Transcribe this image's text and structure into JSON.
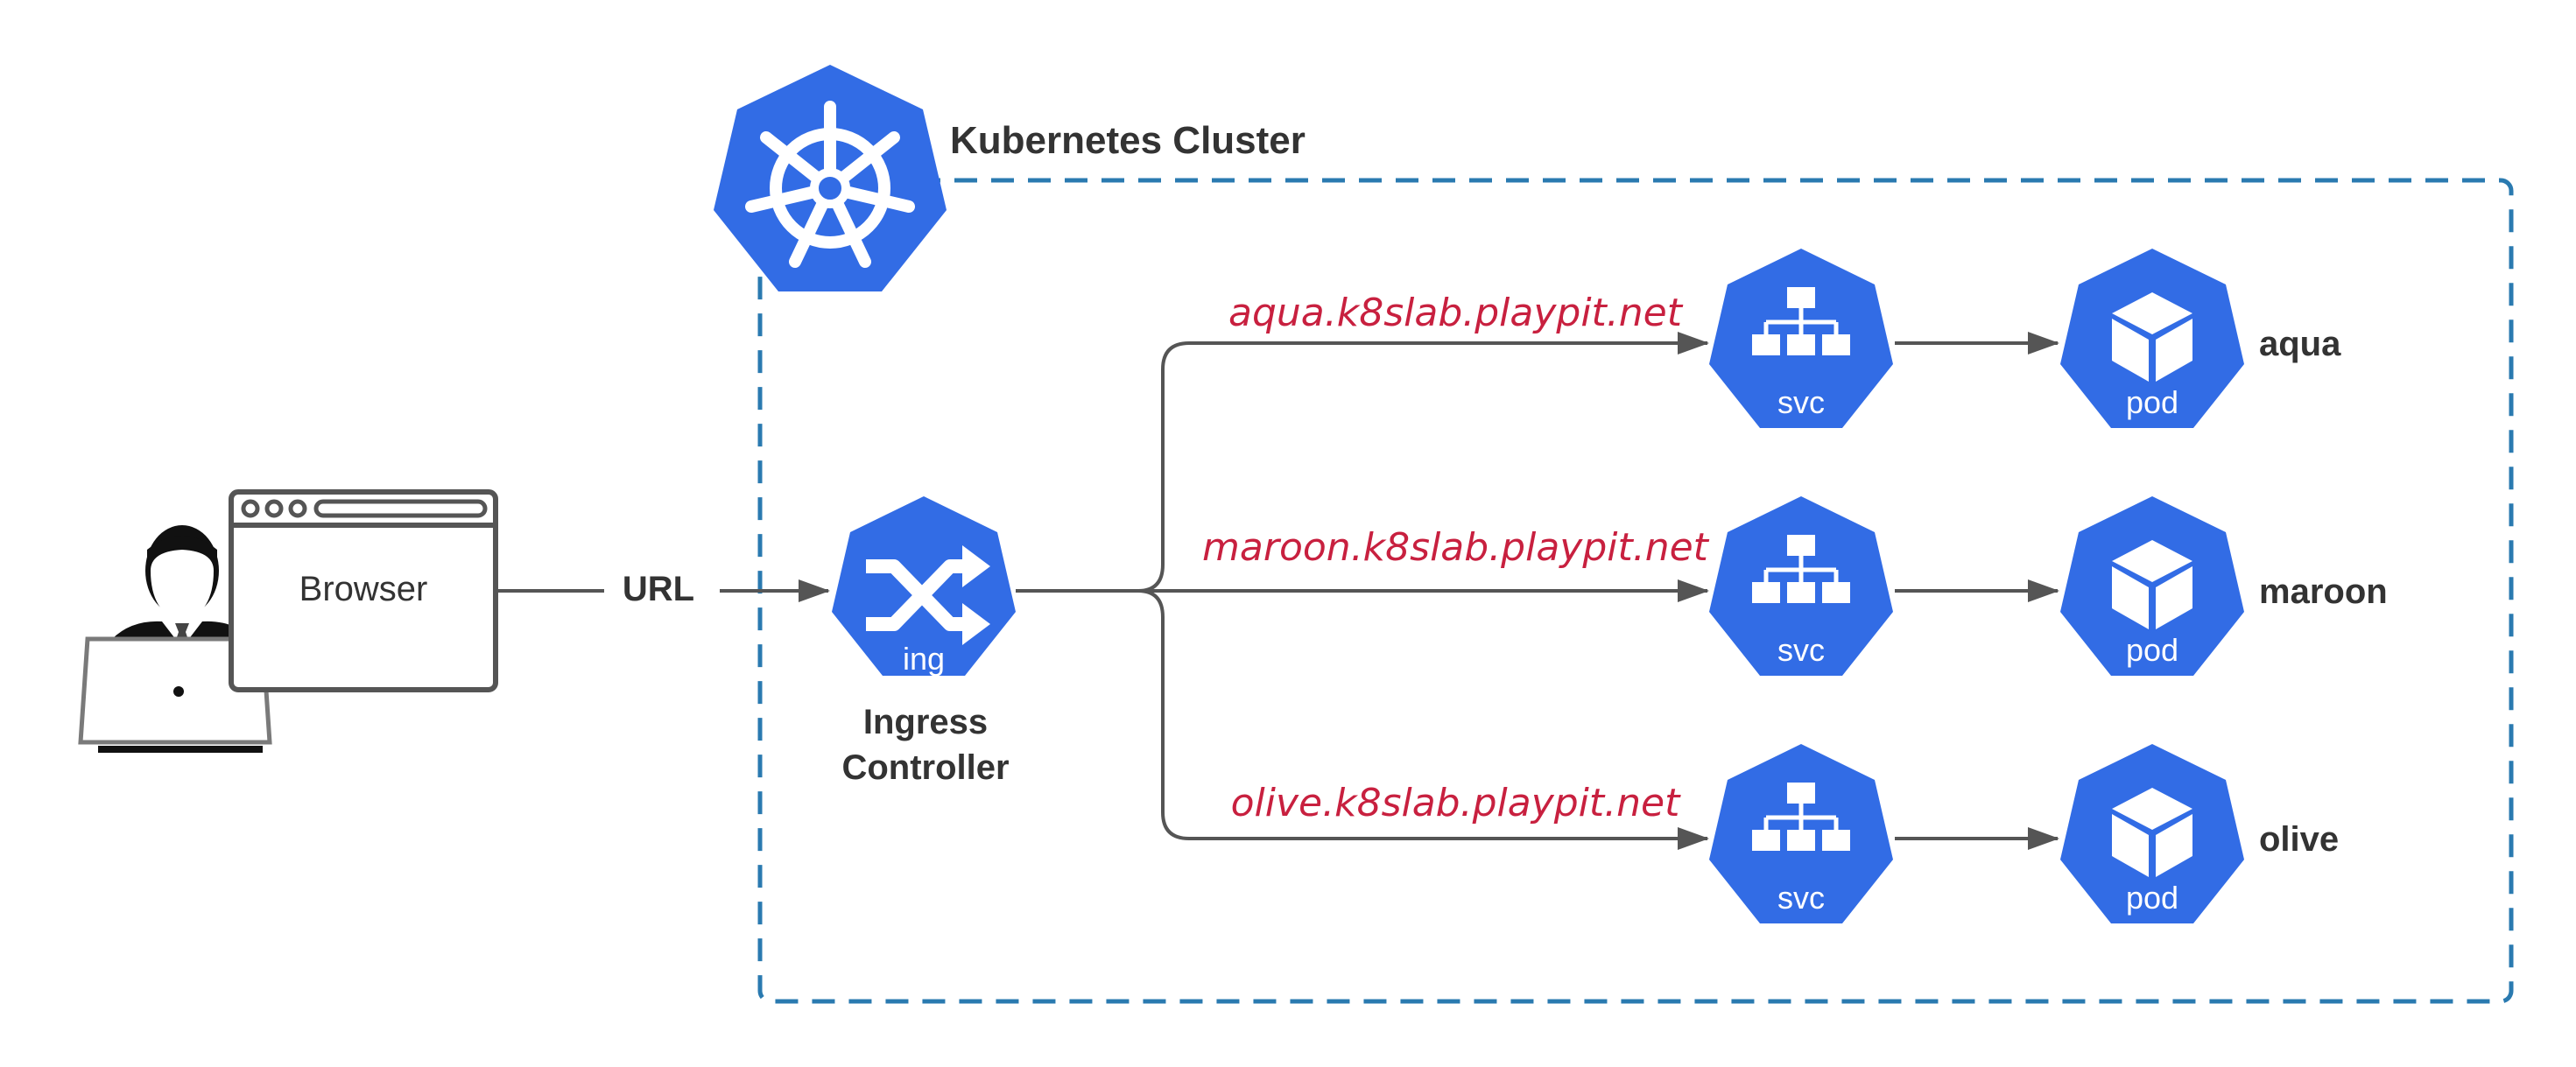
{
  "cluster": {
    "title": "Kubernetes Cluster"
  },
  "client": {
    "browser_label": "Browser",
    "url_label": "URL"
  },
  "ingress": {
    "icon_label": "ing",
    "name_line1": "Ingress",
    "name_line2": "Controller"
  },
  "routes": [
    {
      "host": "aqua.k8slab.playpit.net",
      "svc_label": "svc",
      "pod_label": "pod",
      "name": "aqua"
    },
    {
      "host": "maroon.k8slab.playpit.net",
      "svc_label": "svc",
      "pod_label": "pod",
      "name": "maroon"
    },
    {
      "host": "olive.k8slab.playpit.net",
      "svc_label": "svc",
      "pod_label": "pod",
      "name": "olive"
    }
  ],
  "colors": {
    "k8s_blue": "#326ce5",
    "cluster_border": "#2a7ab0",
    "host_text": "#c8203f",
    "line": "#555555",
    "text": "#333333"
  },
  "icons": {
    "cluster": "kubernetes-helm-wheel-icon",
    "user": "user-with-laptop-icon",
    "browser": "browser-window-icon",
    "ingress": "shuffle-arrows-icon",
    "svc": "network-tree-icon",
    "pod": "cube-icon"
  }
}
